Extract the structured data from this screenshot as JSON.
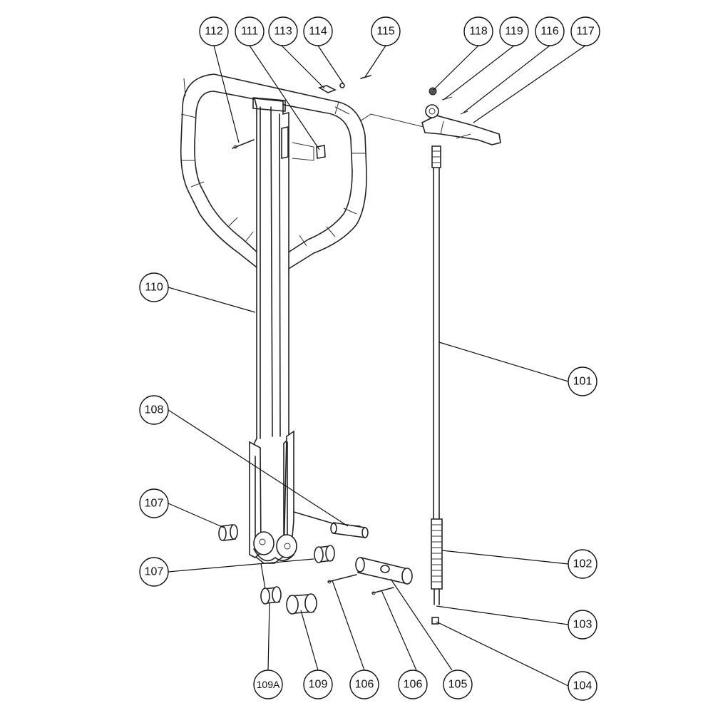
{
  "callouts": {
    "c101": "101",
    "c102": "102",
    "c103": "103",
    "c104": "104",
    "c105": "105",
    "c106a": "106",
    "c106b": "106",
    "c107a": "107",
    "c107b": "107",
    "c108": "108",
    "c109": "109",
    "c109a": "109A",
    "c110": "110",
    "c111": "111",
    "c112": "112",
    "c113": "113",
    "c114": "114",
    "c115": "115",
    "c116": "116",
    "c117": "117",
    "c118": "118",
    "c119": "119"
  }
}
